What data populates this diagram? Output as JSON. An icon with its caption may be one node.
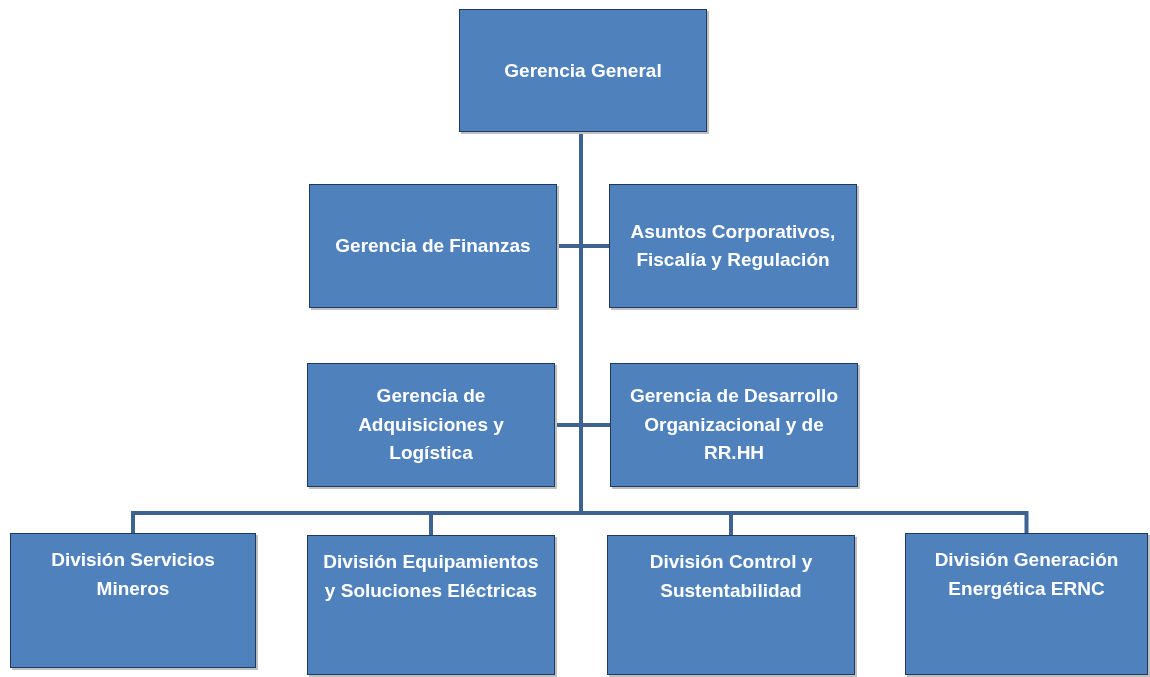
{
  "diagram": {
    "nodes": [
      {
        "text": [
          "Gerencia General"
        ]
      },
      {
        "text": [
          "Gerencia de Finanzas"
        ]
      },
      {
        "text": [
          "Asuntos Corporativos, Fiscalía y Regulación"
        ]
      },
      {
        "text": [
          "Gerencia de Adquisiciones y Logística"
        ]
      },
      {
        "text": [
          "Gerencia de Desarrollo Organizacional y de RR.HH"
        ]
      },
      {
        "text": [
          "División Servicios Mineros"
        ]
      },
      {
        "text": [
          "División Equipamientos y Soluciones Eléctricas"
        ]
      },
      {
        "text": [
          "División Control y Sustentabilidad"
        ]
      },
      {
        "text": [
          "División Generación Energética ERNC"
        ]
      }
    ],
    "edges": [
      {
        "from": 0,
        "to": 1,
        "arrow": "none"
      },
      {
        "from": 0,
        "to": 2,
        "arrow": "none"
      },
      {
        "from": 0,
        "to": 3,
        "arrow": "none"
      },
      {
        "from": 0,
        "to": 4,
        "arrow": "none"
      },
      {
        "from": 0,
        "to": 5,
        "arrow": "none"
      },
      {
        "from": 0,
        "to": 6,
        "arrow": "none"
      },
      {
        "from": 0,
        "to": 7,
        "arrow": "none"
      },
      {
        "from": 0,
        "to": 8,
        "arrow": "none"
      }
    ]
  }
}
